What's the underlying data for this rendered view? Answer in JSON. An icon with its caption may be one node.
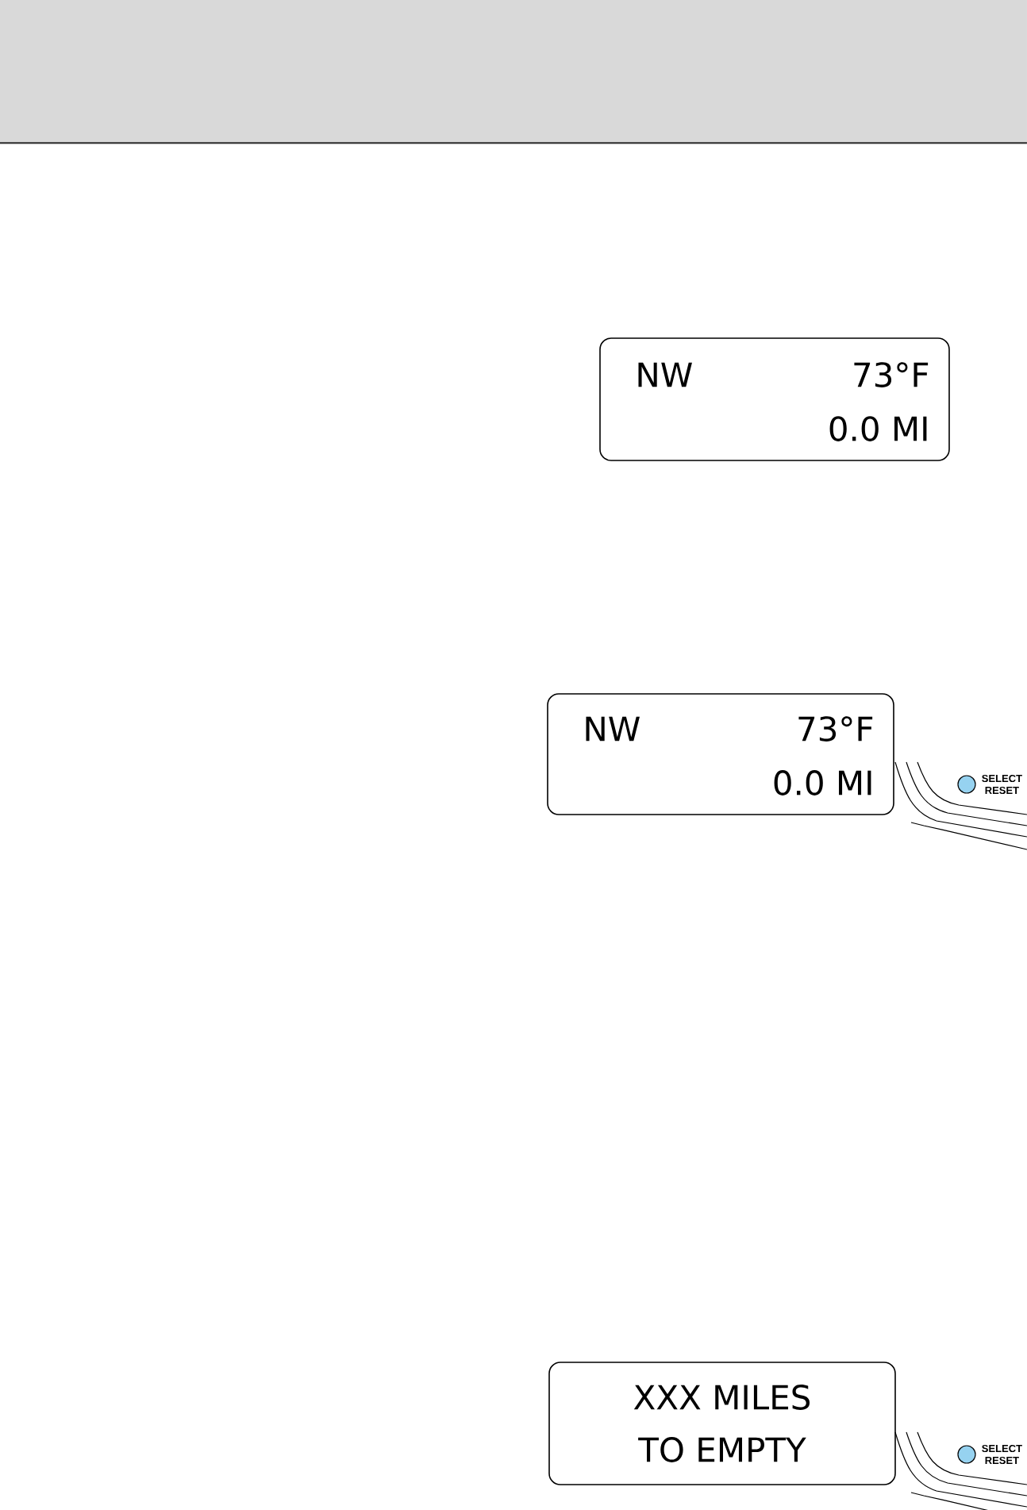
{
  "diagram": {
    "nodes": [
      {
        "text": [
          "NW",
          "73°F",
          "0.0 MI"
        ]
      },
      {
        "text": [
          "NW",
          "73°F",
          "0.0 MI"
        ]
      },
      {
        "text": [
          "XXX MILES",
          "TO EMPTY"
        ]
      }
    ],
    "labels": [
      "SELECT RESET",
      "SELECT RESET"
    ]
  }
}
